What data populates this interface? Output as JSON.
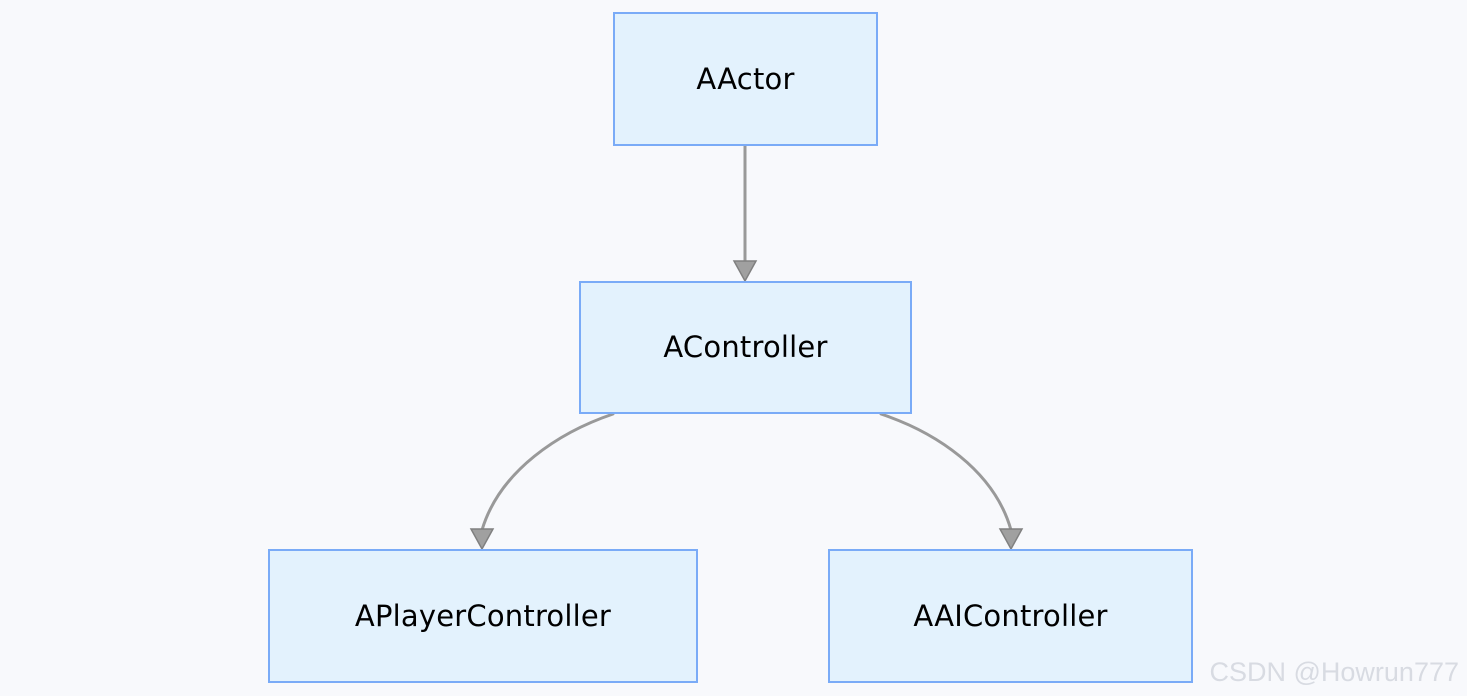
{
  "diagram": {
    "type": "class-hierarchy",
    "background_color": "#f8f9fc",
    "node_fill_color": "#e3f2fd",
    "node_border_color": "#7aabf7",
    "edge_color": "#999999",
    "label_color": "#000000",
    "nodes": [
      {
        "id": "aactor",
        "label": "AActor"
      },
      {
        "id": "acontroller",
        "label": "AController"
      },
      {
        "id": "aplayercontroller",
        "label": "APlayerController"
      },
      {
        "id": "aaicontroller",
        "label": "AAIController"
      }
    ],
    "edges": [
      {
        "from": "aactor",
        "to": "acontroller",
        "style": "straight-arrow"
      },
      {
        "from": "acontroller",
        "to": "aplayercontroller",
        "style": "curved-arrow"
      },
      {
        "from": "acontroller",
        "to": "aaicontroller",
        "style": "curved-arrow"
      }
    ]
  },
  "watermark": {
    "text": "CSDN @Howrun777"
  }
}
